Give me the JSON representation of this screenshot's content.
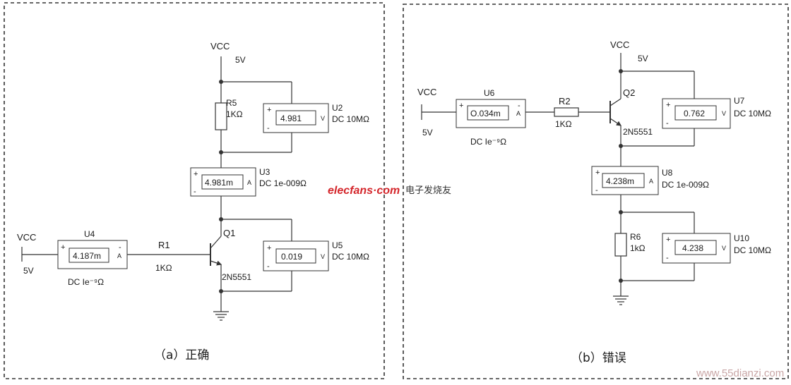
{
  "panel_a": {
    "caption": "（a）正确",
    "vcc_top": {
      "label": "VCC",
      "voltage": "5V"
    },
    "vcc_left": {
      "label": "VCC",
      "voltage": "5V"
    },
    "r5": {
      "name": "R5",
      "value": "1KΩ"
    },
    "r1": {
      "name": "R1",
      "value": "1KΩ"
    },
    "q1": {
      "name": "Q1",
      "model": "2N5551"
    },
    "u2": {
      "name": "U2",
      "reading": "4.981",
      "unit": "V",
      "spec": "DC  10MΩ"
    },
    "u3": {
      "name": "U3",
      "reading": "4.981m",
      "unit": "A",
      "spec": "DC  1e-009Ω"
    },
    "u4": {
      "name": "U4",
      "reading": "4.187m",
      "unit": "A",
      "spec": "DC  Ie⁻⁹Ω"
    },
    "u5": {
      "name": "U5",
      "reading": "0.019",
      "unit": "V",
      "spec": "DC  10MΩ"
    }
  },
  "panel_b": {
    "caption": "（b）错误",
    "vcc_top": {
      "label": "VCC",
      "voltage": "5V"
    },
    "vcc_left": {
      "label": "VCC",
      "voltage": "5V"
    },
    "r2": {
      "name": "R2",
      "value": "1KΩ"
    },
    "r6": {
      "name": "R6",
      "value": "1kΩ"
    },
    "q2": {
      "name": "Q2",
      "model": "2N5551"
    },
    "u6": {
      "name": "U6",
      "reading": "O.034m",
      "unit": "A",
      "spec": "DC  Ie⁻⁹Ω"
    },
    "u7": {
      "name": "U7",
      "reading": "0.762",
      "unit": "V",
      "spec": "DC  10MΩ"
    },
    "u8": {
      "name": "U8",
      "reading": "4.238m",
      "unit": "A",
      "spec": "DC  1e-009Ω"
    },
    "u10": {
      "name": "U10",
      "reading": "4.238",
      "unit": "V",
      "spec": "DC  10MΩ"
    }
  },
  "meter_plus": "+",
  "meter_minus": "-",
  "watermark": {
    "brand": "elecfans·com",
    "brand_cn": "电子发烧友",
    "site": "www.55dianzi.com"
  },
  "colors": {
    "wire": "#333333",
    "border": "#333333",
    "watermark_red": "#d4262b"
  }
}
